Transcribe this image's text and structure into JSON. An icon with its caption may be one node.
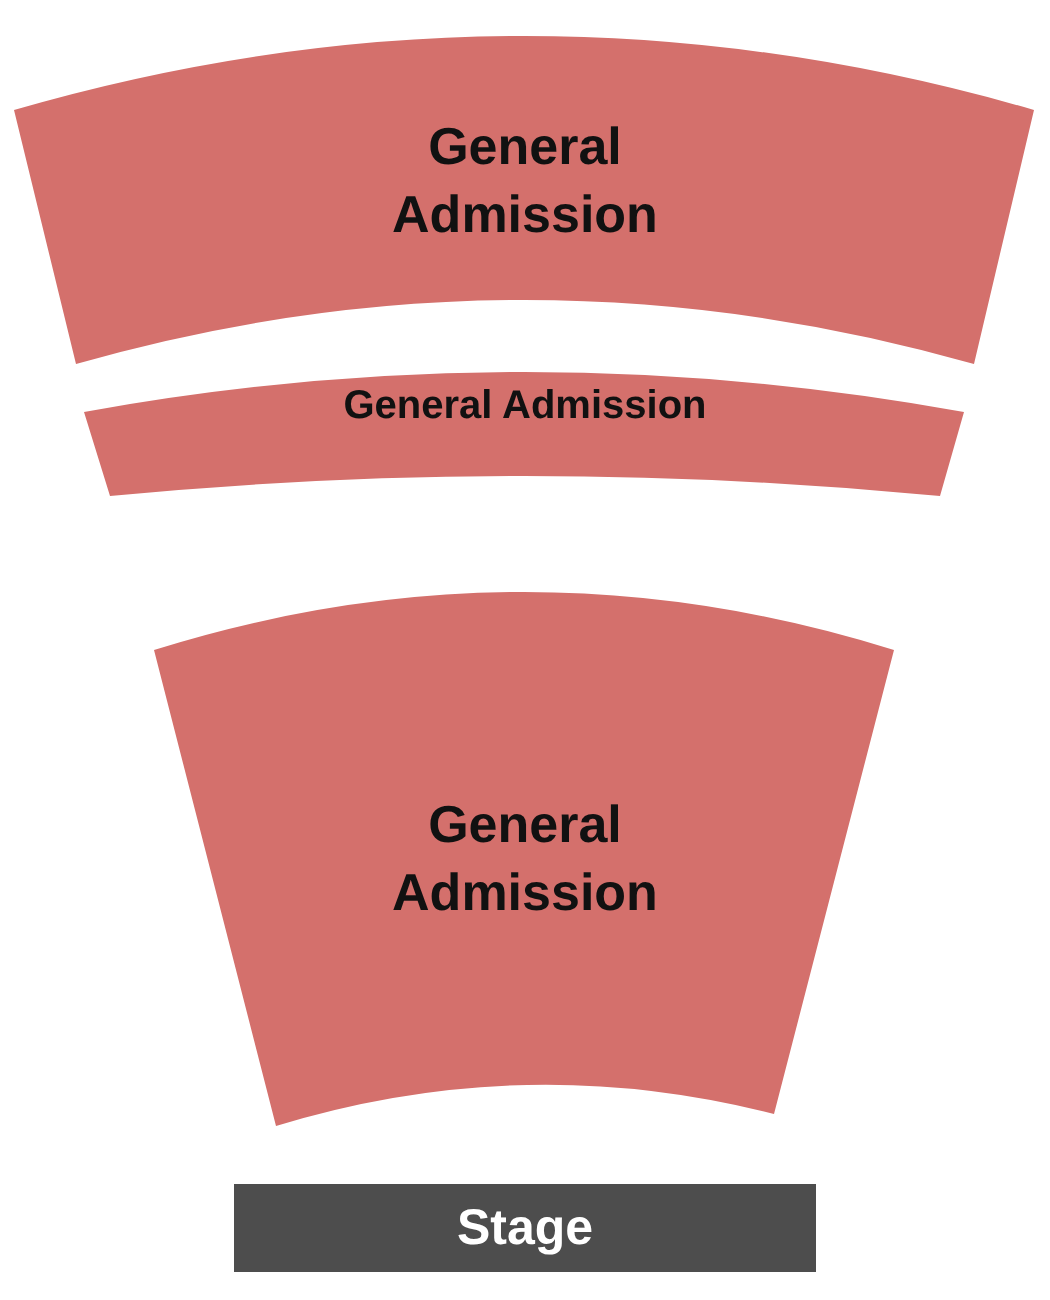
{
  "diagram": {
    "nodes": [
      {
        "text": [
          "General Admission"
        ]
      },
      {
        "text": [
          "General Admission"
        ]
      },
      {
        "text": [
          "General Admission"
        ]
      },
      {
        "text": [
          "Stage"
        ]
      }
    ]
  }
}
